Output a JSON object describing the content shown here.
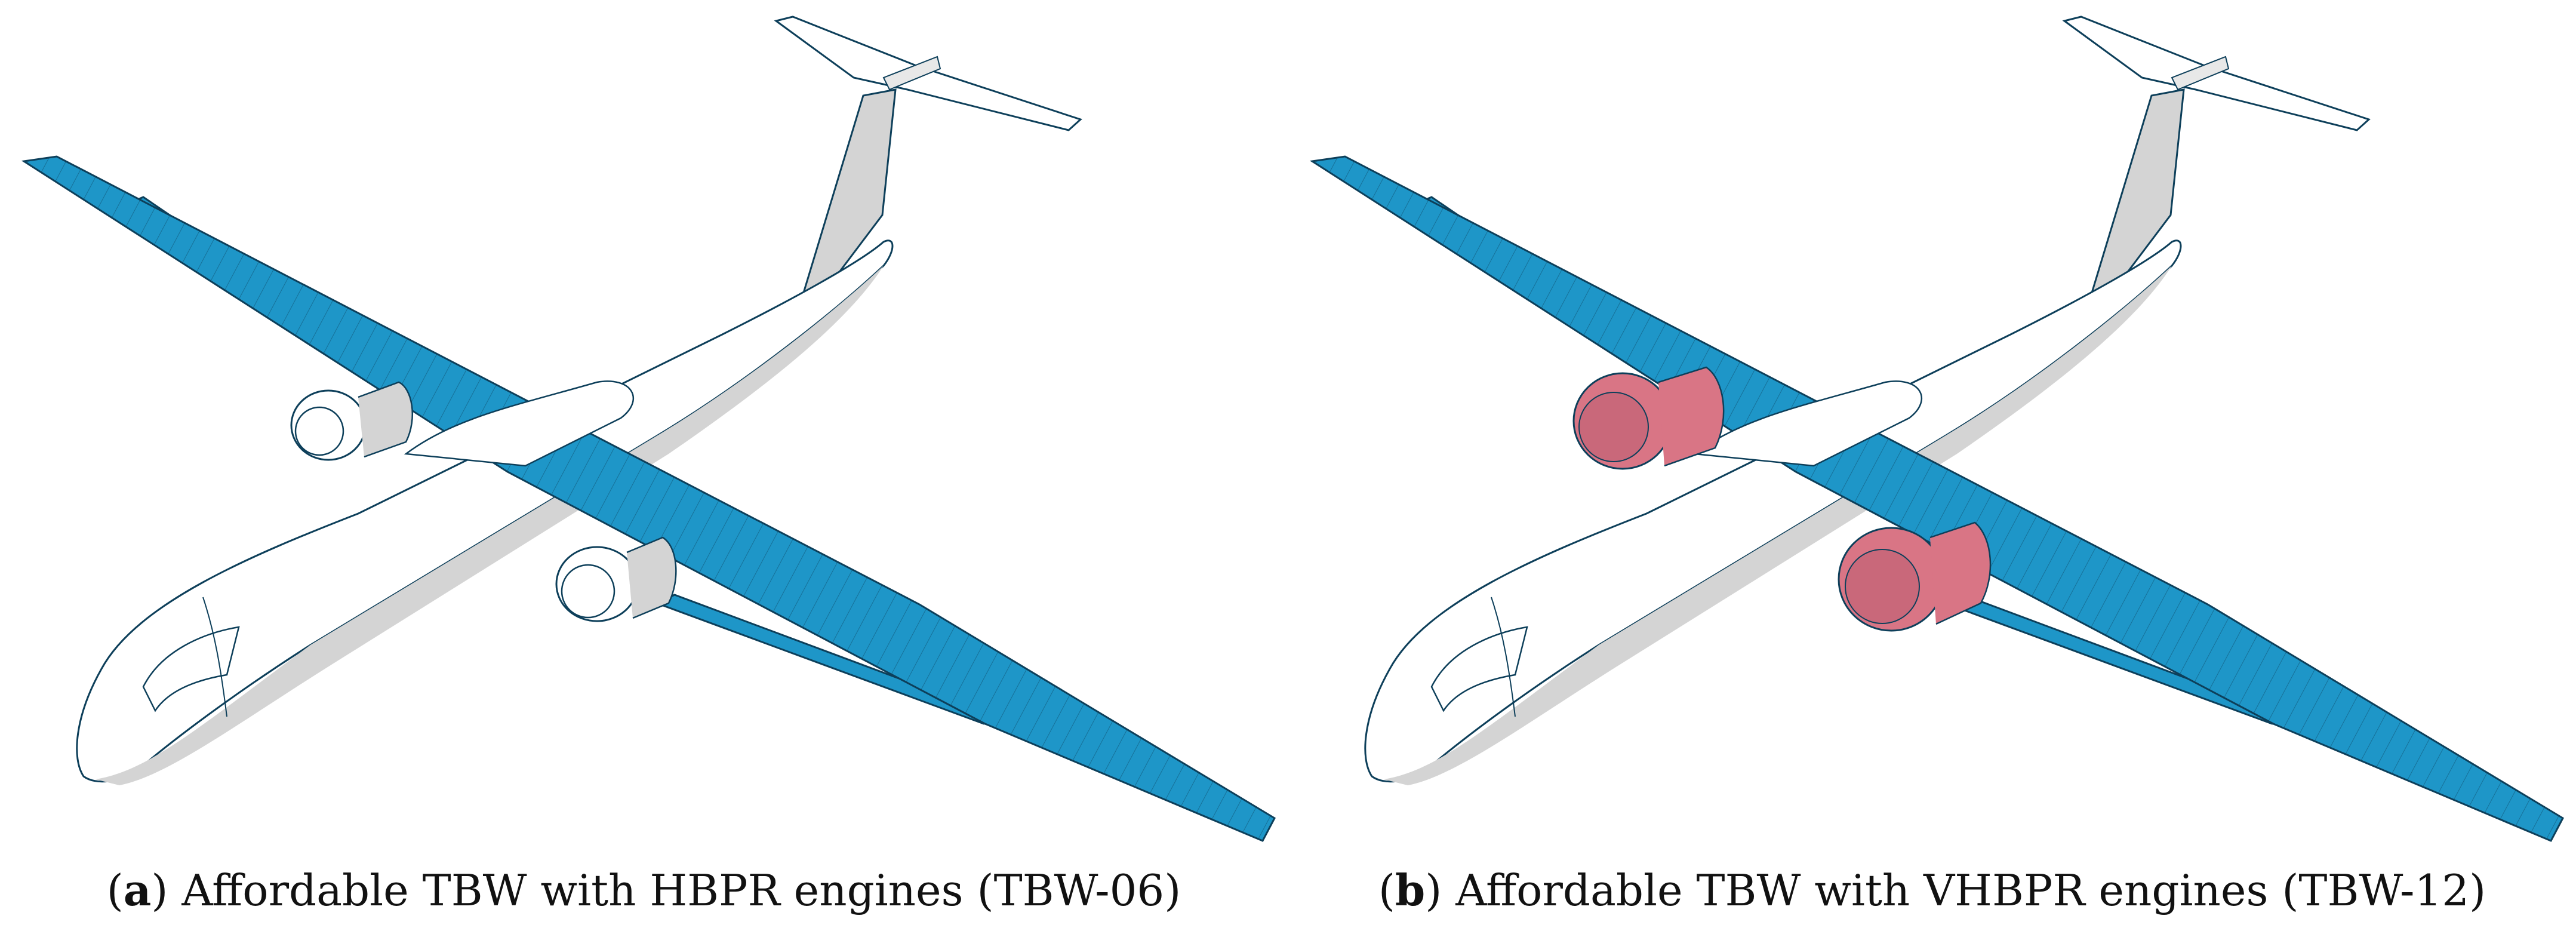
{
  "panels": [
    {
      "label": "a",
      "caption": "Affordable TBW with HBPR engines (TBW-06)",
      "engine_type": "HBPR"
    },
    {
      "label": "b",
      "caption": "Affordable TBW with VHBPR engines (TBW-12)",
      "engine_type": "VHBPR"
    }
  ],
  "colors": {
    "wing_strut": "#1e96c8",
    "outline": "#0d3f5a",
    "fuselage_shade": "#d4d4d4",
    "fuselage_light": "#ffffff",
    "engine_hbpr": "#ffffff",
    "engine_vhbpr": "#d97585"
  }
}
